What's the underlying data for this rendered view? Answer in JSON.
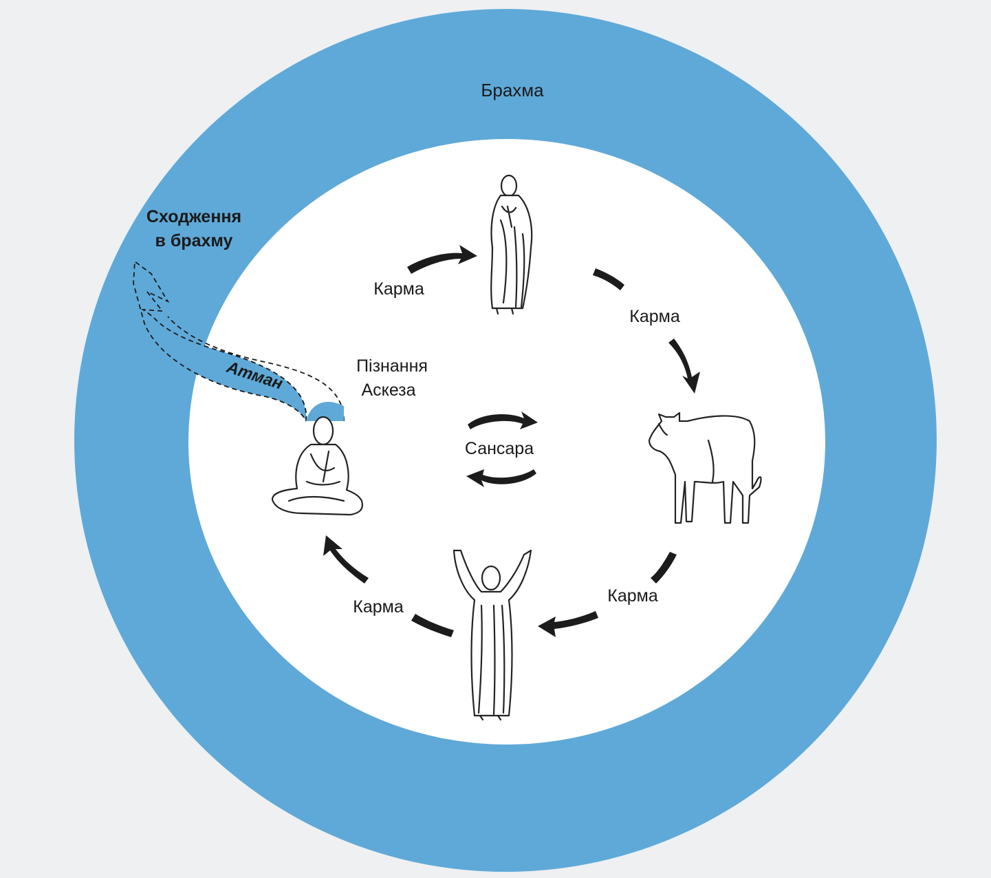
{
  "colors": {
    "outer_paper": "#eef0f2",
    "ring": "#5fa9d8",
    "inner": "#ffffff",
    "arrows": "#1c1c1c"
  },
  "labels": {
    "ring": "Брахма",
    "ascent_line1": "Сходження",
    "ascent_line2": "в брахму",
    "atman": "Атман",
    "knowledge": "Пізнання",
    "asceticism": "Аскеза",
    "samsara": "Сансара",
    "karma_top_left": "Карма",
    "karma_top_right": "Карма",
    "karma_bottom_right": "Карма",
    "karma_bottom_left": "Карма"
  },
  "figures": {
    "top": "standing-praying-person-icon",
    "right": "bull-icon",
    "bottom": "person-raised-arms-icon",
    "left": "meditating-ascetic-icon"
  }
}
